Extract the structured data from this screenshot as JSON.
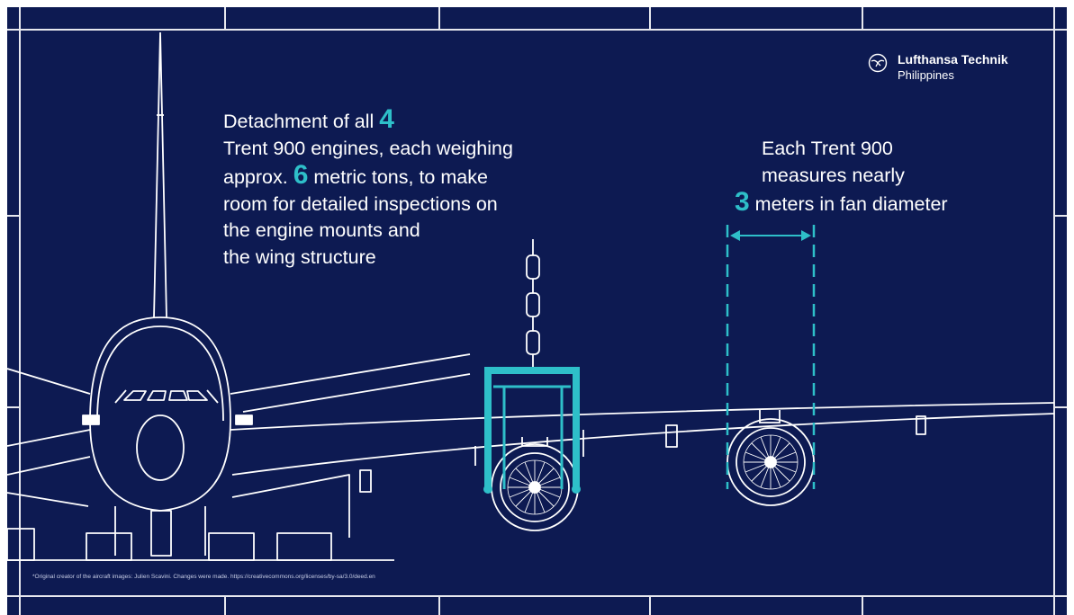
{
  "brand": {
    "name": "Lufthansa Technik",
    "subtitle": "Philippines",
    "icon": "crane-logo-icon"
  },
  "left_callout": {
    "line1_prefix": "Detachment of all",
    "engine_count": "4",
    "line2": "Trent 900 engines, each weighing",
    "line3_prefix": "approx.",
    "weight": "6",
    "line3_suffix": "metric tons, to make",
    "line4": "room for detailed inspections on",
    "line5": "the engine mounts and",
    "line6": "the wing structure"
  },
  "right_callout": {
    "line1": "Each Trent 900",
    "line2": "measures nearly",
    "diameter": "3",
    "line3_suffix": "meters in fan diameter"
  },
  "footnote": "*Original creator of the aircraft images: Julien Scavini. Changes were made. https://creativecommons.org/licenses/by-sa/3.0/deed.en",
  "colors": {
    "background": "#0d1a52",
    "line": "#ffffff",
    "accent": "#2ebfc9"
  }
}
